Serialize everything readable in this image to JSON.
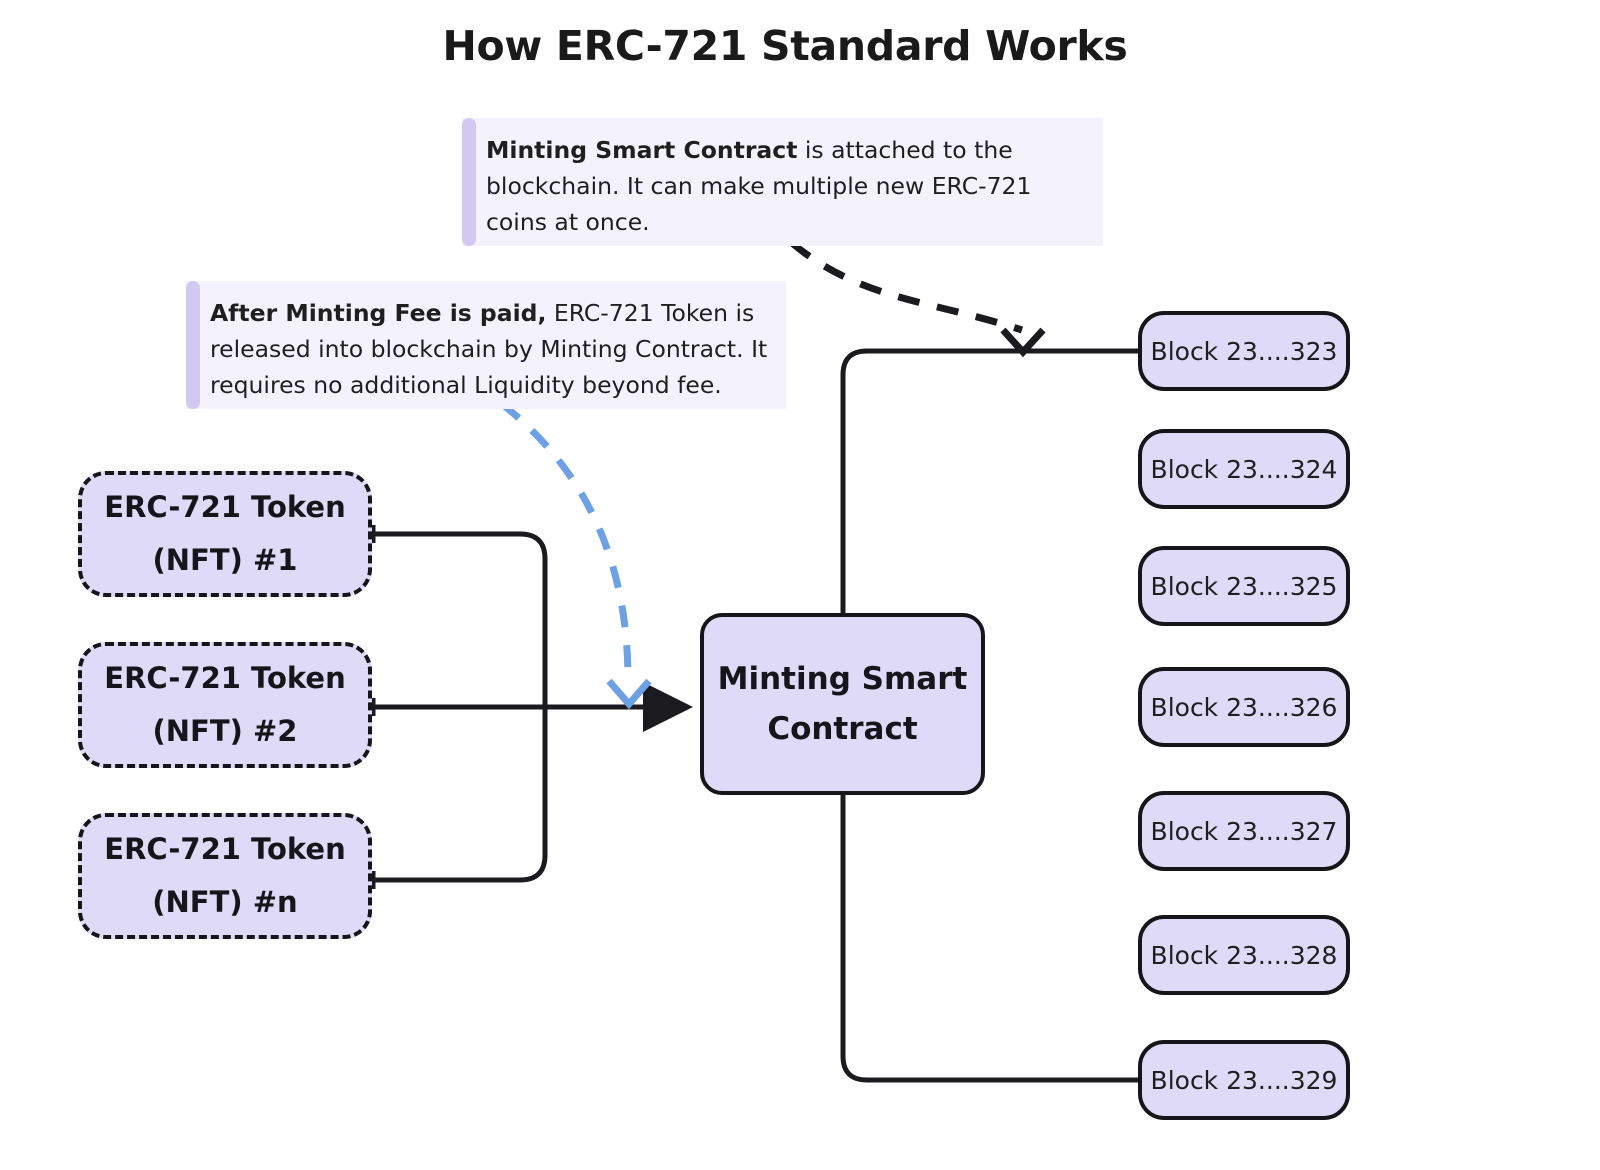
{
  "diagram": {
    "title": "How ERC-721 Standard Works",
    "colors": {
      "node_fill": "#e0daf9",
      "node_stroke": "#16161a",
      "note_background": "#f4f2fd",
      "note_bar": "#d2c9f2",
      "edge_black": "#1b1b1f",
      "edge_blue": "#6ca0e8",
      "page_background": "#ffffff"
    },
    "notes": [
      {
        "name": "minting-contract-note",
        "strong": "Minting Smart Contract",
        "rest": " is attached to the blockchain. It can make multiple new ERC-721 coins at once."
      },
      {
        "name": "minting-fee-note",
        "strong": "After Minting Fee is paid,",
        "rest": " ERC-721 Token is released into blockchain by Minting Contract. It requires no additional Liquidity beyond fee."
      }
    ],
    "tokens": [
      {
        "line1": "ERC-721 Token",
        "line2": "(NFT) #1"
      },
      {
        "line1": "ERC-721 Token",
        "line2": "(NFT) #2"
      },
      {
        "line1": "ERC-721 Token",
        "line2": "(NFT) #n"
      }
    ],
    "contract": {
      "line1": "Minting Smart",
      "line2": "Contract"
    },
    "blocks": [
      {
        "label": "Block 23....323",
        "connected": true
      },
      {
        "label": "Block 23....324",
        "connected": false
      },
      {
        "label": "Block 23....325",
        "connected": false
      },
      {
        "label": "Block 23....326",
        "connected": false
      },
      {
        "label": "Block 23....327",
        "connected": false
      },
      {
        "label": "Block 23....328",
        "connected": false
      },
      {
        "label": "Block 23....329",
        "connected": true
      }
    ]
  }
}
